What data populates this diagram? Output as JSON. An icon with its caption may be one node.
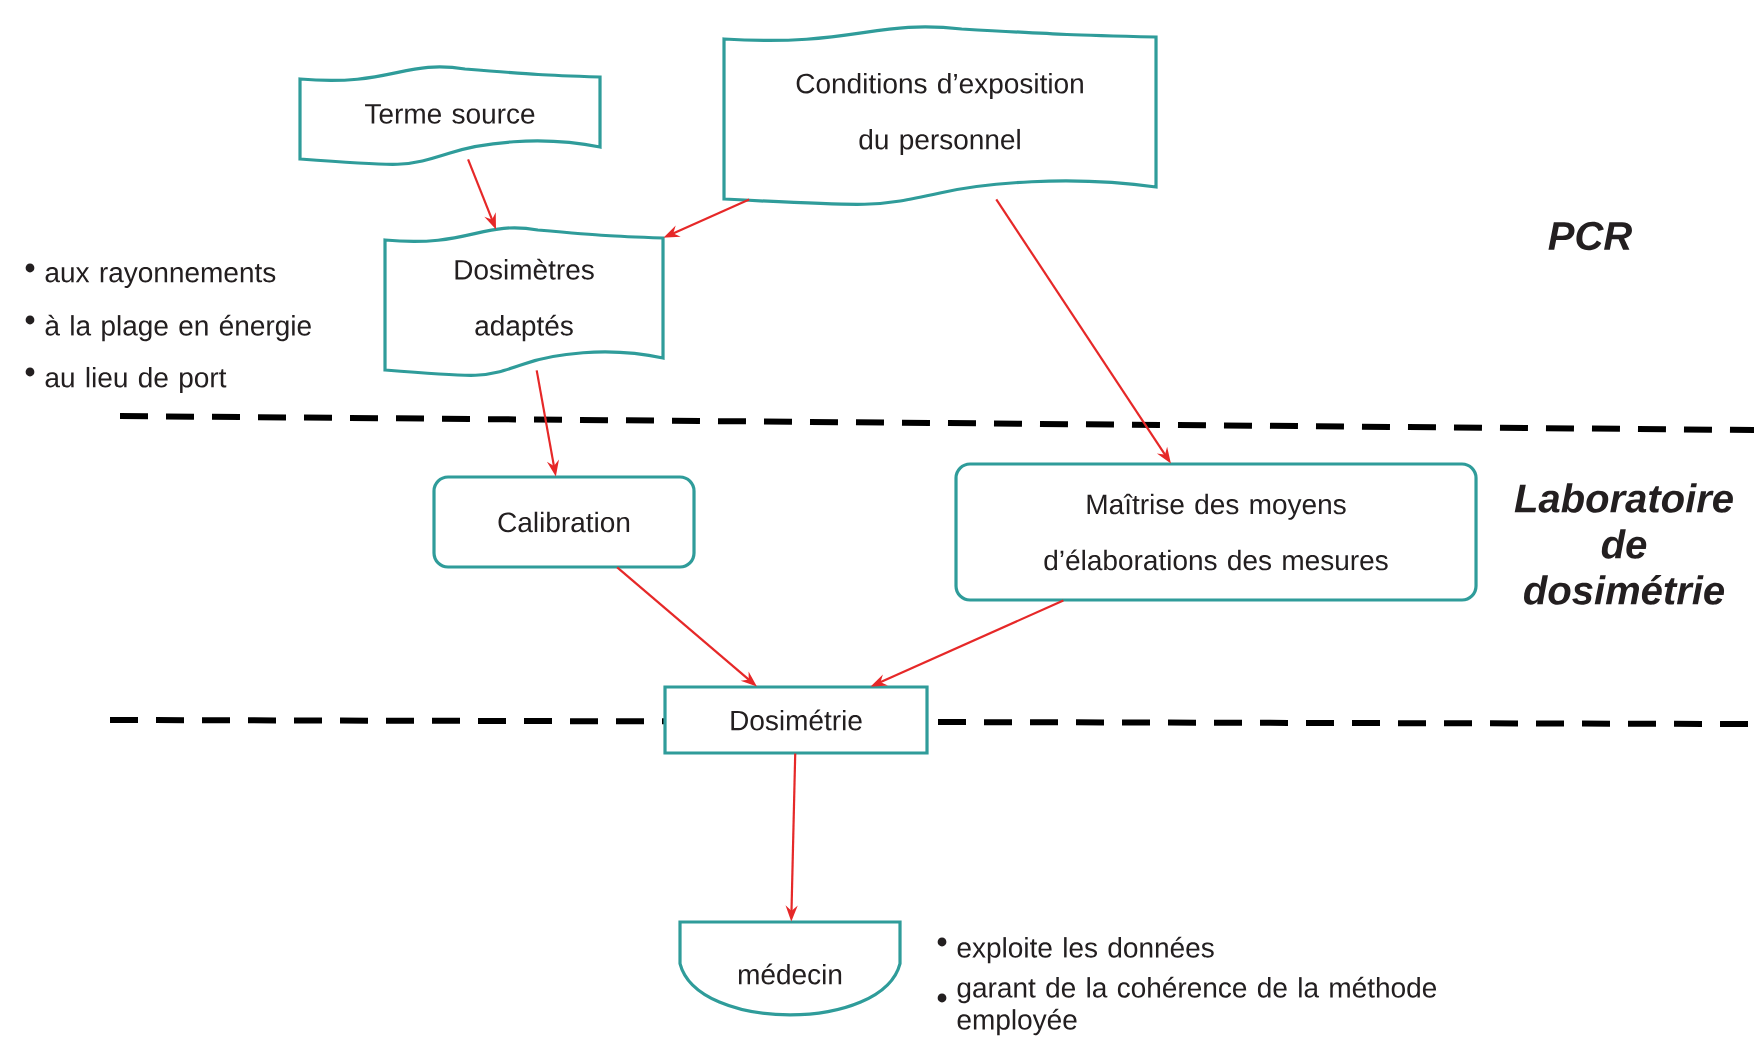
{
  "diagram": {
    "nodes": [
      {
        "text": [
          "Terme source"
        ]
      },
      {
        "text": [
          "Conditions d’exposition du personnel"
        ]
      },
      {
        "text": [
          "Dosimètres adaptés"
        ],
        "beside": [
          "aux rayonnements",
          "à la plage en énergie",
          "au lieu de port"
        ]
      },
      {
        "text": [
          "Calibration"
        ]
      },
      {
        "text": [
          "Maîtrise des moyens d’élaborations des mesures"
        ]
      },
      {
        "text": [
          "Dosimétrie"
        ]
      },
      {
        "text": [
          "médecin"
        ],
        "beside": [
          "exploite les données",
          "garant de la cohérence de la méthode employée"
        ]
      }
    ],
    "edges": [
      {
        "from": 0,
        "to": 2,
        "arrow": "to"
      },
      {
        "from": 1,
        "to": 2,
        "arrow": "to"
      },
      {
        "from": 1,
        "to": 4,
        "arrow": "to"
      },
      {
        "from": 2,
        "to": 3,
        "arrow": "to"
      },
      {
        "from": 3,
        "to": 5,
        "arrow": "to"
      },
      {
        "from": 4,
        "to": 5,
        "arrow": "to"
      },
      {
        "from": 5,
        "to": 6,
        "arrow": "to"
      }
    ],
    "labels": [
      "PCR",
      "Laboratoire de dosimétrie"
    ]
  }
}
